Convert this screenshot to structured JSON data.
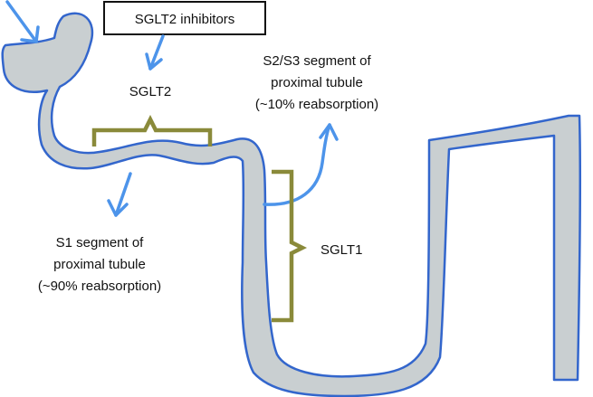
{
  "colors": {
    "tubule_fill": "#c9cfd1",
    "tubule_stroke": "#3366cc",
    "arrow": "#4d94ea",
    "bracket": "#8a8a3a",
    "text": "#111111"
  },
  "labels": {
    "inhibitor_box": "SGLT2 inhibitors",
    "sglt2": "SGLT2",
    "sglt1": "SGLT1",
    "s1_line1": "S1 segment of",
    "s1_line2": "proximal tubule",
    "s1_line3": "(~90% reabsorption)",
    "s23_line1": "S2/S3 segment of",
    "s23_line2": "proximal tubule",
    "s23_line3": "(~10% reabsorption)"
  }
}
